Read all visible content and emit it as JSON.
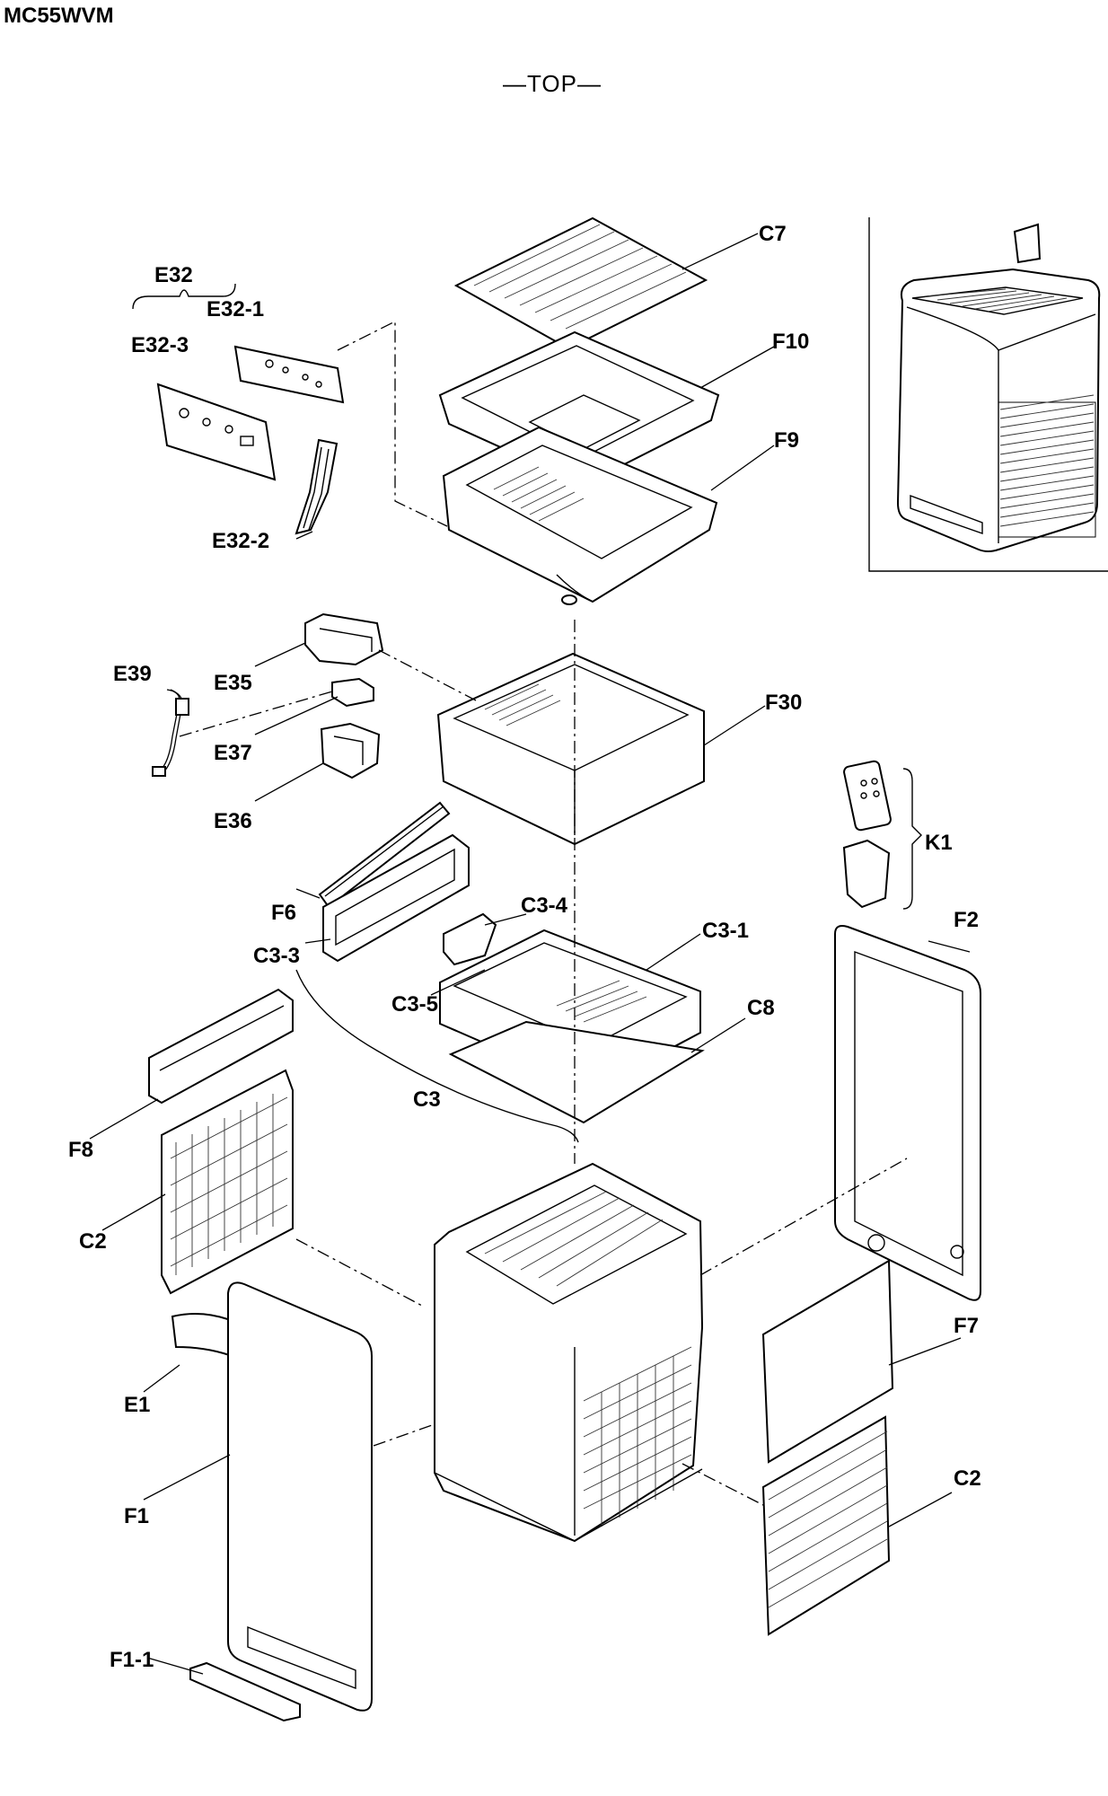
{
  "header": {
    "model": "MC55WVM",
    "view_label": "—TOP—"
  },
  "labels": {
    "C7": "C7",
    "F10": "F10",
    "F9": "F9",
    "E32": "E32",
    "E32_1": "E32-1",
    "E32_3": "E32-3",
    "E32_2": "E32-2",
    "E39": "E39",
    "E35": "E35",
    "E37": "E37",
    "E36": "E36",
    "F30": "F30",
    "K1": "K1",
    "F2": "F2",
    "F6": "F6",
    "C3_3": "C3-3",
    "C3_4": "C3-4",
    "C3_1": "C3-1",
    "C3_5": "C3-5",
    "C8": "C8",
    "C3": "C3",
    "F8": "F8",
    "C2_left": "C2",
    "E1": "E1",
    "F1": "F1",
    "F1_1": "F1-1",
    "F7": "F7",
    "C2_right": "C2"
  }
}
